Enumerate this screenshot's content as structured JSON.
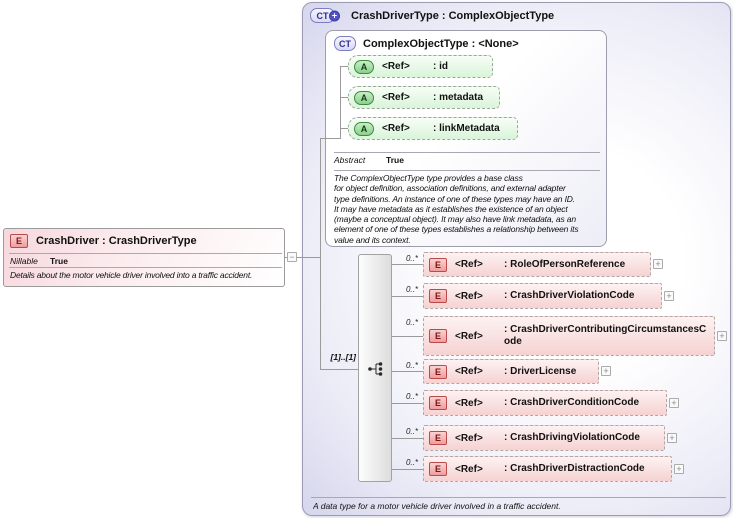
{
  "left_element": {
    "icon_label": "E",
    "title": "CrashDriver : CrashDriverType",
    "nillable_label": "Nillable",
    "nillable_value": "True",
    "description": "Details about the motor vehicle driver involved into a traffic accident."
  },
  "connector": {
    "collapse_label": "−"
  },
  "type_box": {
    "icon_label": "CT",
    "icon_plus_label": "+",
    "title": "CrashDriverType : ComplexObjectType",
    "description": "A data type for a motor vehicle driver involved in a traffic accident."
  },
  "base_type_box": {
    "icon_label": "CT",
    "title": "ComplexObjectType : <None>",
    "abstract_label": "Abstract",
    "abstract_value": "True",
    "description": "The ComplexObjectType type provides a base class\nfor object definition, association definitions, and external adapter\ntype definitions. An instance of one of these types may have an ID.\nIt may have metadata as it establishes the existence of an object\n(maybe a conceptual object). It may also have link metadata, as an\nelement of one of these types establishes a relationship between its\nvalue and its context.",
    "attributes": [
      {
        "icon_label": "A",
        "ref_label": "<Ref>",
        "name": ": id"
      },
      {
        "icon_label": "A",
        "ref_label": "<Ref>",
        "name": ": metadata"
      },
      {
        "icon_label": "A",
        "ref_label": "<Ref>",
        "name": ": linkMetadata"
      }
    ]
  },
  "sequence": {
    "cardinality_label": "[1]..[1]",
    "elements": [
      {
        "icon_label": "E",
        "cardinality": "0..*",
        "ref_label": "<Ref>",
        "name": ": RoleOfPersonReference",
        "expand_label": "+"
      },
      {
        "icon_label": "E",
        "cardinality": "0..*",
        "ref_label": "<Ref>",
        "name": ": CrashDriverViolationCode",
        "expand_label": "+"
      },
      {
        "icon_label": "E",
        "cardinality": "0..*",
        "ref_label": "<Ref>",
        "name": ": CrashDriverContributingCircumstancesCode",
        "expand_label": "+"
      },
      {
        "icon_label": "E",
        "cardinality": "0..*",
        "ref_label": "<Ref>",
        "name": ": DriverLicense",
        "expand_label": "+"
      },
      {
        "icon_label": "E",
        "cardinality": "0..*",
        "ref_label": "<Ref>",
        "name": ": CrashDriverConditionCode",
        "expand_label": "+"
      },
      {
        "icon_label": "E",
        "cardinality": "0..*",
        "ref_label": "<Ref>",
        "name": ": CrashDrivingViolationCode",
        "expand_label": "+"
      },
      {
        "icon_label": "E",
        "cardinality": "0..*",
        "ref_label": "<Ref>",
        "name": ": CrashDriverDistractionCode",
        "expand_label": "+"
      }
    ]
  },
  "colors": {
    "outer_box_fill": "#d4d4ec",
    "element_pink": "#f6d2d2",
    "element_border": "#bb4a4a",
    "attribute_green": "#d9f4d9",
    "attribute_border": "#3d8b3d",
    "type_badge_blue": "#5252c4",
    "line_gray": "#9a9a9a"
  }
}
